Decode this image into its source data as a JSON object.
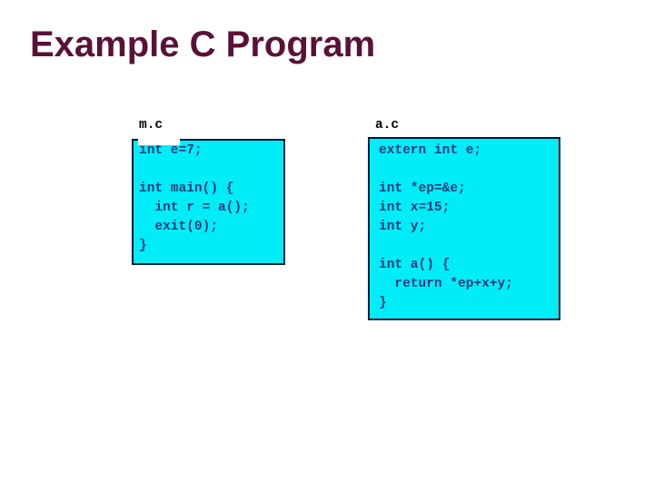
{
  "slide": {
    "title": "Example C Program"
  },
  "colors": {
    "title_text": "#5a1138",
    "code_background": "#00edf8",
    "code_text": "#173a7a",
    "code_border": "#001f3d",
    "file_label_text": "#000000",
    "slide_background": "#ffffff"
  },
  "files": [
    {
      "name": "m.c",
      "code": "int e=7;\n\nint main() {\n  int r = a();\n  exit(0);\n}"
    },
    {
      "name": "a.c",
      "code": "extern int e;\n\nint *ep=&e;\nint x=15;\nint y;\n\nint a() {\n  return *ep+x+y;\n}"
    }
  ]
}
